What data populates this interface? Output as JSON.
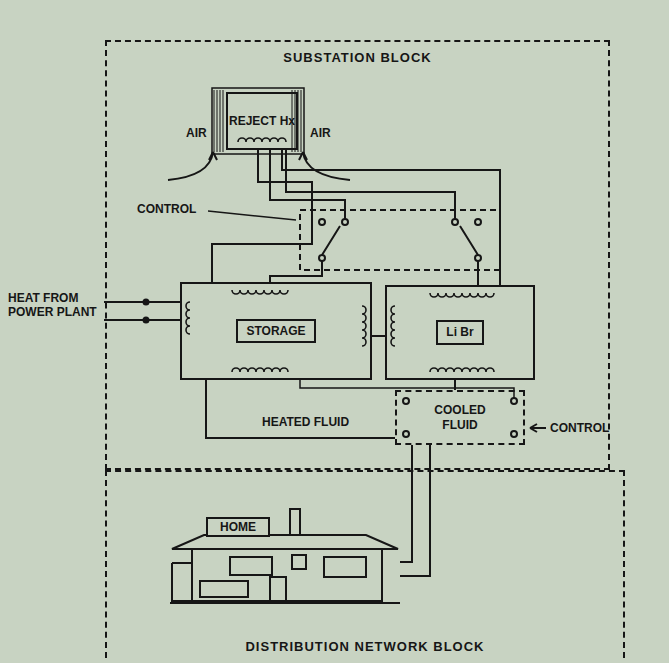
{
  "diagram": {
    "nodes": [
      {
        "text": [
          "SUBSTATION BLOCK"
        ]
      },
      {
        "text": [
          "REJECT Hx"
        ],
        "in": 0
      },
      {
        "text": [
          "STORAGE"
        ],
        "in": 0
      },
      {
        "text": [
          "Li Br"
        ],
        "in": 0
      },
      {
        "text": [
          "COOLED FLUID"
        ],
        "in": 0
      },
      {
        "text": [
          "DISTRIBUTION NETWORK BLOCK"
        ]
      },
      {
        "text": [
          "HOME"
        ],
        "in": 5
      }
    ],
    "edges": [
      {
        "from": 1,
        "to": 2,
        "arrow": "none"
      },
      {
        "from": 1,
        "to": 3,
        "arrow": "none"
      },
      {
        "from": 2,
        "to": 3,
        "arrow": "none"
      },
      {
        "from": 2,
        "to": 4,
        "arrow": "none"
      },
      {
        "from": 3,
        "to": 4,
        "arrow": "none"
      },
      {
        "from": 4,
        "to": 6,
        "arrow": "none"
      }
    ],
    "labels": [
      "AIR",
      "AIR",
      "CONTROL",
      "HEAT FROM POWER PLANT",
      "HEATED FLUID",
      "CONTROL"
    ]
  }
}
